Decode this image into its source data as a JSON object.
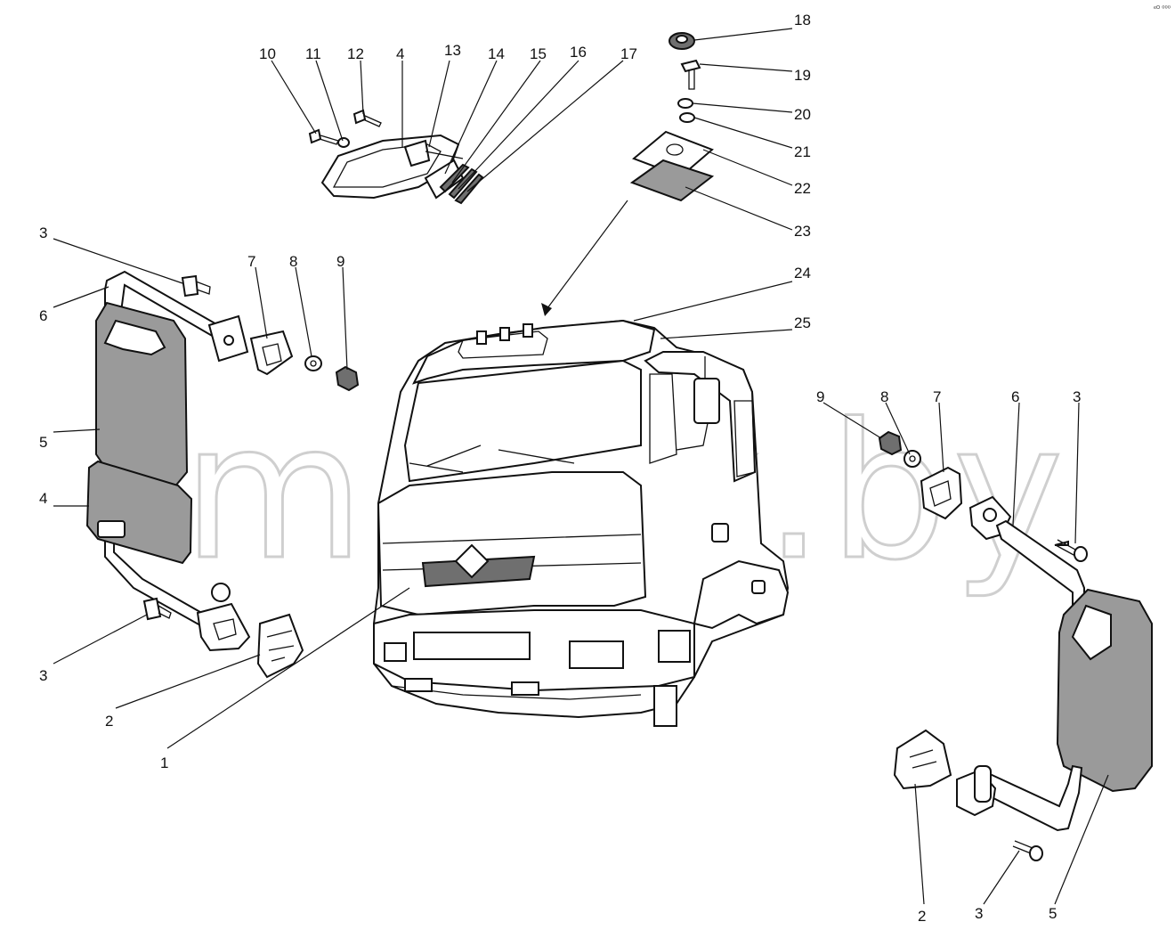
{
  "watermark": "mazik.by",
  "corner_mark": "ᵉᴼ ⁰⁰⁰",
  "callouts": [
    {
      "id": "c1",
      "text": "1"
    },
    {
      "id": "c2L",
      "text": "2"
    },
    {
      "id": "c2R",
      "text": "2"
    },
    {
      "id": "c3La",
      "text": "3"
    },
    {
      "id": "c3Lb",
      "text": "3"
    },
    {
      "id": "c3Ra",
      "text": "3"
    },
    {
      "id": "c3Rb",
      "text": "3"
    },
    {
      "id": "c4L",
      "text": "4"
    },
    {
      "id": "c4T",
      "text": "4"
    },
    {
      "id": "c5L",
      "text": "5"
    },
    {
      "id": "c5R",
      "text": "5"
    },
    {
      "id": "c6L",
      "text": "6"
    },
    {
      "id": "c6R",
      "text": "6"
    },
    {
      "id": "c7L",
      "text": "7"
    },
    {
      "id": "c7R",
      "text": "7"
    },
    {
      "id": "c8L",
      "text": "8"
    },
    {
      "id": "c8R",
      "text": "8"
    },
    {
      "id": "c9L",
      "text": "9"
    },
    {
      "id": "c9R",
      "text": "9"
    },
    {
      "id": "c10",
      "text": "10"
    },
    {
      "id": "c11",
      "text": "11"
    },
    {
      "id": "c12",
      "text": "12"
    },
    {
      "id": "c13",
      "text": "13"
    },
    {
      "id": "c14",
      "text": "14"
    },
    {
      "id": "c15",
      "text": "15"
    },
    {
      "id": "c16",
      "text": "16"
    },
    {
      "id": "c17",
      "text": "17"
    },
    {
      "id": "c18",
      "text": "18"
    },
    {
      "id": "c19",
      "text": "19"
    },
    {
      "id": "c20",
      "text": "20"
    },
    {
      "id": "c21",
      "text": "21"
    },
    {
      "id": "c22",
      "text": "22"
    },
    {
      "id": "c23",
      "text": "23"
    },
    {
      "id": "c24",
      "text": "24"
    },
    {
      "id": "c25",
      "text": "25"
    }
  ]
}
